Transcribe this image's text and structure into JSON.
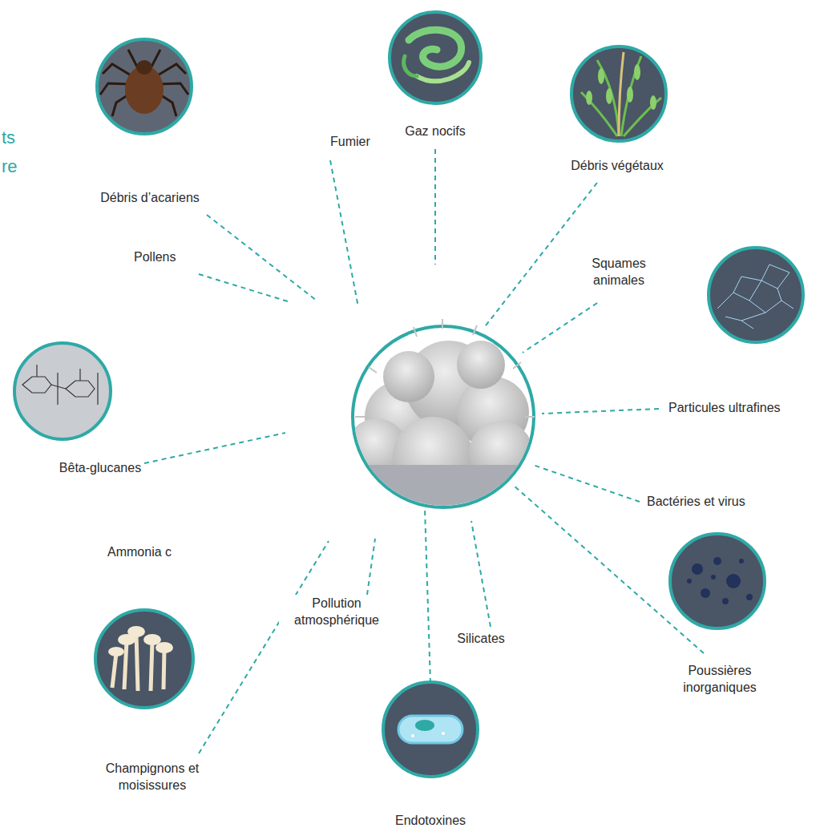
{
  "diagram": {
    "labels": [
      "ts",
      "re",
      "Gaz nocifs",
      "Débris végétaux",
      "Débris d’acariens",
      "Fumier",
      "Squames animales",
      "Pollens",
      "Particules ultrafines",
      "Bêta-glucanes",
      "Bactéries et virus",
      "Ammonia c",
      "Pollution atmosphérique",
      "Silicates",
      "Poussières inorganiques",
      "Champignons et moisissures",
      "Endotoxines"
    ]
  }
}
